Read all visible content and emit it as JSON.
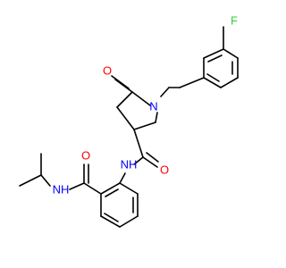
{
  "structure": {
    "colors": {
      "carbon_bond": "#000000",
      "oxygen": "#ff0000",
      "nitrogen": "#0000ff",
      "fluorine": "#33cc33"
    },
    "atom_labels": {
      "fluorine": "F",
      "ring_nitrogen": "N",
      "ketone_oxygen": "O",
      "amide_oxygen_right": "O",
      "amide_nh_right": "NH",
      "amide_oxygen_left": "O",
      "amide_nh_left": "NH"
    }
  }
}
